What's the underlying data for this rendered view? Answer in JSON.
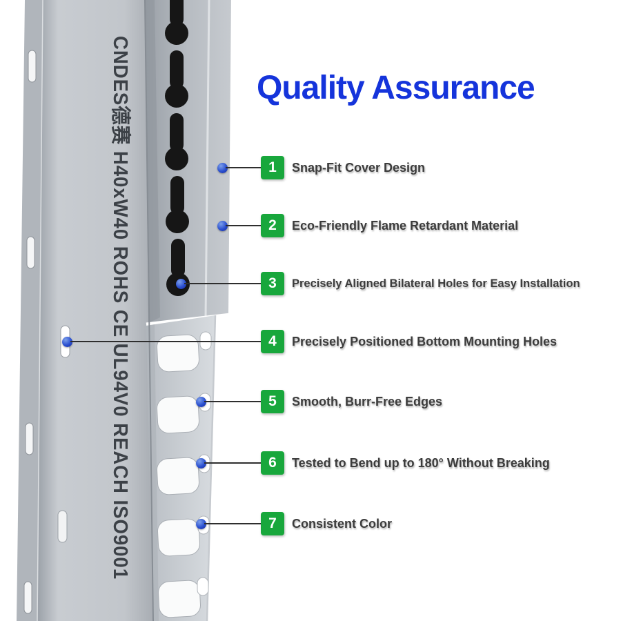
{
  "title": "Quality Assurance",
  "colors": {
    "title_blue": "#1534db",
    "badge_green": "#18a73c",
    "pointer_dot_blue": "#2a4fd0",
    "duct_gray": "#c2c6cb"
  },
  "product": {
    "side_text": "CNDES德赛 H40xW40 ROHS CE UL94V0 REACH ISO9001"
  },
  "features": [
    {
      "num": "1",
      "label": "Snap-Fit Cover Design"
    },
    {
      "num": "2",
      "label": "Eco-Friendly Flame Retardant Material"
    },
    {
      "num": "3",
      "label": "Precisely Aligned Bilateral Holes for Easy Installation"
    },
    {
      "num": "4",
      "label": "Precisely Positioned Bottom Mounting Holes"
    },
    {
      "num": "5",
      "label": "Smooth, Burr-Free Edges"
    },
    {
      "num": "6",
      "label": "Tested to Bend up to 180° Without Breaking"
    },
    {
      "num": "7",
      "label": "Consistent Color"
    }
  ]
}
